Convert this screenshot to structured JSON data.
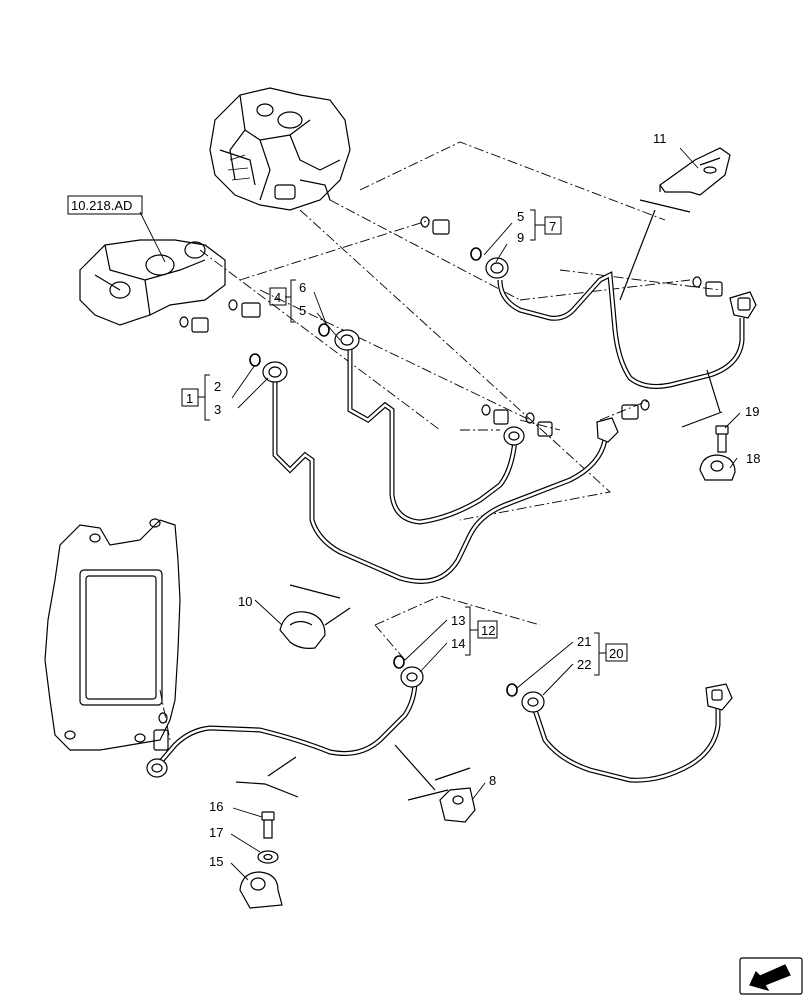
{
  "diagram": {
    "reference_label": "10.218.AD",
    "callouts": [
      {
        "id": "c11",
        "text": "11"
      },
      {
        "id": "c5a",
        "text": "5"
      },
      {
        "id": "c9",
        "text": "9"
      },
      {
        "id": "c7",
        "text": "7"
      },
      {
        "id": "c6",
        "text": "6"
      },
      {
        "id": "c5b",
        "text": "5"
      },
      {
        "id": "c4",
        "text": "4"
      },
      {
        "id": "c1",
        "text": "1"
      },
      {
        "id": "c2",
        "text": "2"
      },
      {
        "id": "c3",
        "text": "3"
      },
      {
        "id": "c19",
        "text": "19"
      },
      {
        "id": "c18",
        "text": "18"
      },
      {
        "id": "c10",
        "text": "10"
      },
      {
        "id": "c13",
        "text": "13"
      },
      {
        "id": "c14",
        "text": "14"
      },
      {
        "id": "c12",
        "text": "12"
      },
      {
        "id": "c21",
        "text": "21"
      },
      {
        "id": "c22",
        "text": "22"
      },
      {
        "id": "c20",
        "text": "20"
      },
      {
        "id": "c8",
        "text": "8"
      },
      {
        "id": "c16",
        "text": "16"
      },
      {
        "id": "c17",
        "text": "17"
      },
      {
        "id": "c15",
        "text": "15"
      }
    ],
    "nav_icon": "arrow-down-left-icon",
    "line_color": "#000000",
    "fill_color": "#ffffff"
  }
}
